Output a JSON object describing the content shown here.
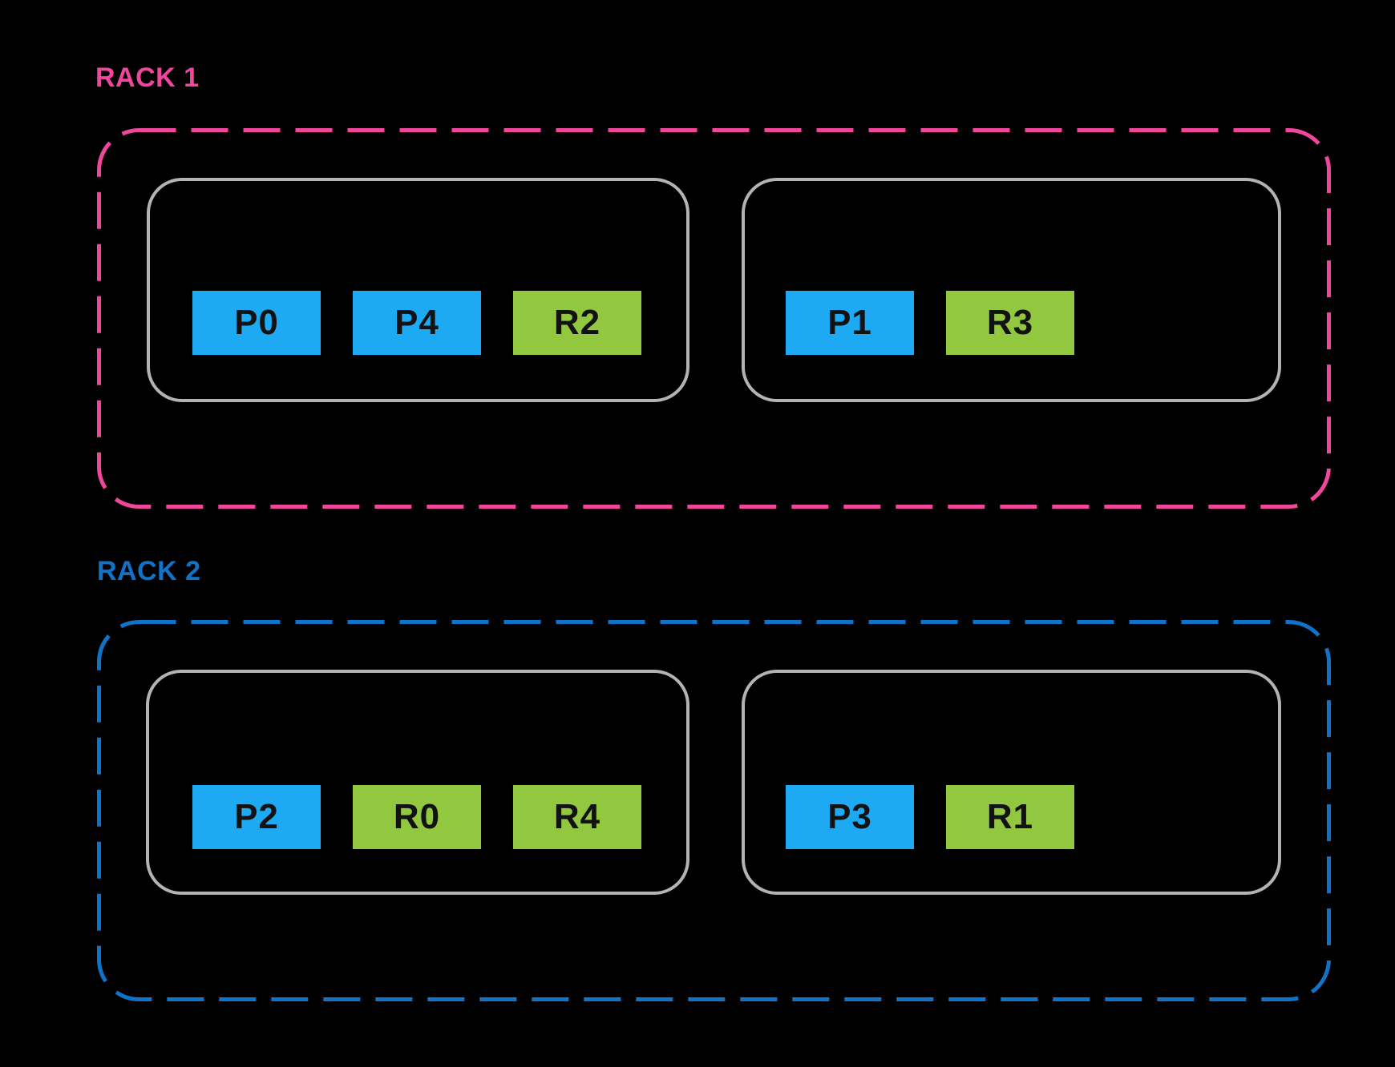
{
  "colors": {
    "background": "#000000",
    "rack1_accent": "#F0469C",
    "rack2_accent": "#1173C7",
    "primary_shard_box": "#1EA9F3",
    "replica_shard_box": "#92C83F",
    "node_border": "#B3B3B3",
    "shard_text": "#121212"
  },
  "racks": [
    {
      "label": "RACK 1",
      "accent": "#F0469C",
      "nodes": [
        {
          "boxes": [
            {
              "label": "P0",
              "variant": "blue"
            },
            {
              "label": "P4",
              "variant": "blue"
            },
            {
              "label": "R2",
              "variant": "green"
            }
          ]
        },
        {
          "boxes": [
            {
              "label": "P1",
              "variant": "blue"
            },
            {
              "label": "R3",
              "variant": "green"
            }
          ]
        }
      ]
    },
    {
      "label": "RACK 2",
      "accent": "#1173C7",
      "nodes": [
        {
          "boxes": [
            {
              "label": "P2",
              "variant": "blue"
            },
            {
              "label": "R0",
              "variant": "green"
            },
            {
              "label": "R4",
              "variant": "green"
            }
          ]
        },
        {
          "boxes": [
            {
              "label": "P3",
              "variant": "blue"
            },
            {
              "label": "R1",
              "variant": "green"
            }
          ]
        }
      ]
    }
  ]
}
